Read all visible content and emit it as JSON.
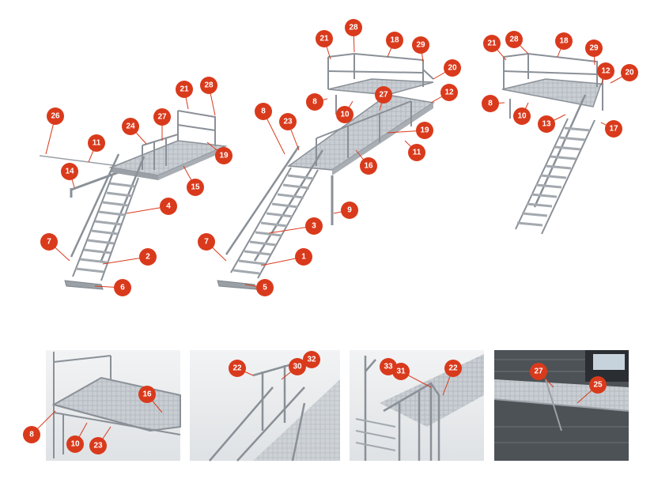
{
  "colors": {
    "badge": "#d93a1c",
    "badge_text": "#ffffff",
    "metal": "#b9bec3",
    "metal_dark": "#7d848b",
    "deck": "#c9ced3",
    "leader": "#d93a1c",
    "detail_bg": "#e9ebed",
    "wall": "#6a6f75"
  },
  "callouts": {
    "c26": "26",
    "c11a": "11",
    "c14": "14",
    "c24": "24",
    "c27a": "27",
    "c21a": "21",
    "c28a": "28",
    "c19a": "19",
    "c15": "15",
    "c4": "4",
    "c7a": "7",
    "c2": "2",
    "c6": "6",
    "c8a": "8",
    "c23a": "23",
    "c21b": "21",
    "c28b": "28",
    "c18a": "18",
    "c29a": "29",
    "c20a": "20",
    "c8b": "8",
    "c27b": "27",
    "c10a": "10",
    "c12a": "12",
    "c19b": "19",
    "c11b": "11",
    "c16a": "16",
    "c9": "9",
    "c3": "3",
    "c7b": "7",
    "c1": "1",
    "c5": "5",
    "c21c": "21",
    "c28c": "28",
    "c18b": "18",
    "c29b": "29",
    "c12b": "12",
    "c20b": "20",
    "c8c": "8",
    "c10b": "10",
    "c13": "13",
    "c17": "17",
    "c16b": "16",
    "c8d": "8",
    "c10c": "10",
    "c23b": "23",
    "c22a": "22",
    "c30": "30",
    "c32": "32",
    "c33": "33",
    "c31": "31",
    "c22b": "22",
    "c27c": "27",
    "c25": "25"
  }
}
